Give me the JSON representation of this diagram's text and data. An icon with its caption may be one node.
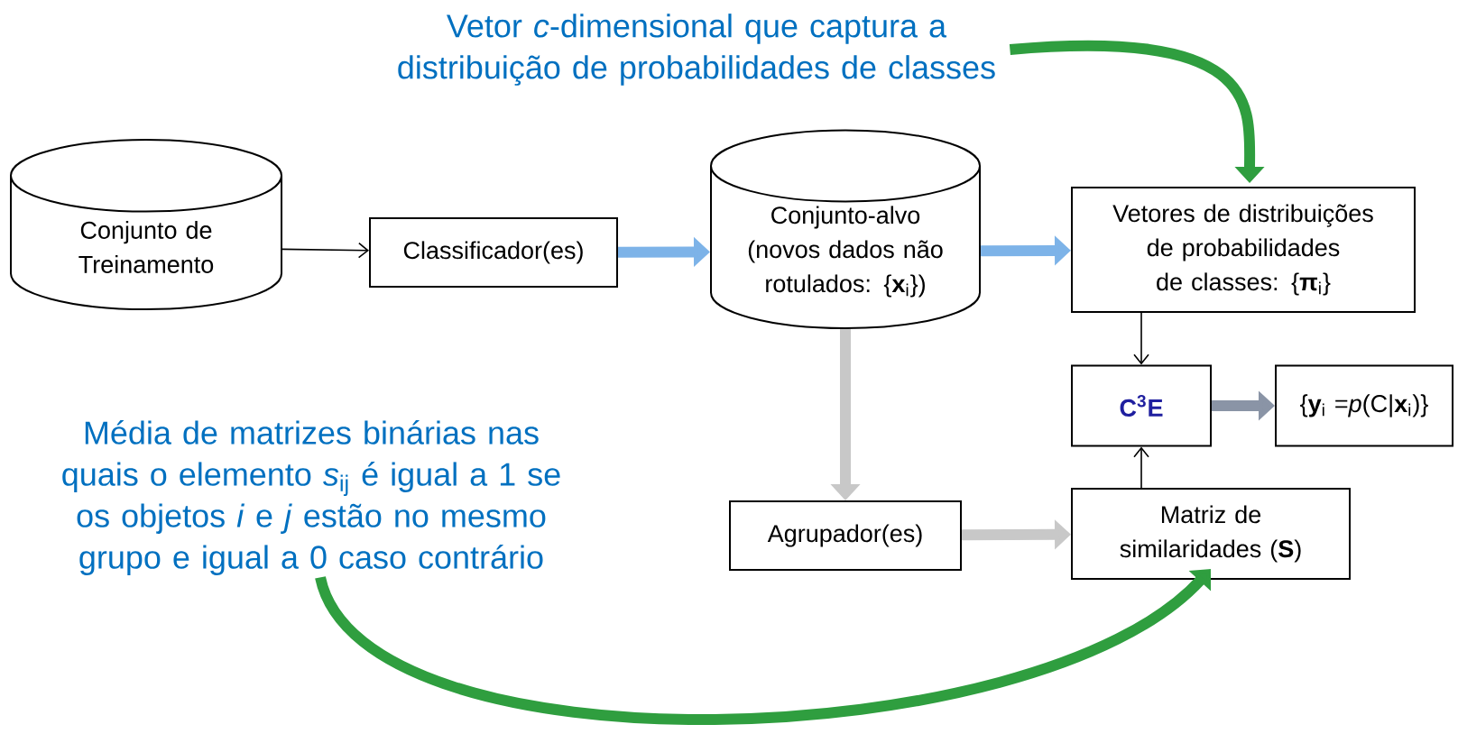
{
  "diagram": {
    "nodes": [
      {
        "text": [
          "Conjunto de Treinamento"
        ]
      },
      {
        "text": [
          "Classificador(es)"
        ]
      },
      {
        "text": [
          "Conjunto-alvo (novos dados não rotulados: {**x**$_{i}$})"
        ]
      },
      {
        "text": [
          "Vetores de distribuições de probabilidades de classes: {**π**$_{i}$}"
        ]
      },
      {
        "text": [
          "C$^{3}$E"
        ]
      },
      {
        "text": [
          "{**y**$_{i}$ =*p*(C|**x**$_{i}$)}"
        ]
      },
      {
        "text": [
          "Agrupador(es)"
        ]
      },
      {
        "text": [
          "Matriz de similaridades (**S**)"
        ]
      },
      {
        "text": [
          "Vetor *c*-dimensional que captura a distribuição de probabilidades de classes"
        ]
      },
      {
        "text": [
          "Média de matrizes binárias nas quais o elemento *s*$_{ij}$ é igual a 1 se os objetos *i* e *j* estão no mesmo grupo e igual a 0 caso contrário"
        ]
      }
    ],
    "edges": [
      {
        "from": 0,
        "to": 1,
        "arrow": "to"
      },
      {
        "from": 1,
        "to": 2,
        "arrow": "to",
        "color": "#7db3e8"
      },
      {
        "from": 2,
        "to": 3,
        "arrow": "to",
        "color": "#7db3e8"
      },
      {
        "from": 2,
        "to": 6,
        "arrow": "to",
        "color": "#c8c8c8"
      },
      {
        "from": 6,
        "to": 7,
        "arrow": "to",
        "color": "#c8c8c8"
      },
      {
        "from": 3,
        "to": 4,
        "arrow": "to"
      },
      {
        "from": 7,
        "to": 4,
        "arrow": "to"
      },
      {
        "from": 4,
        "to": 5,
        "arrow": "to",
        "color": "#8a94a6"
      },
      {
        "from": 8,
        "to": 3,
        "arrow": "to",
        "color": "#2f9e3f"
      },
      {
        "from": 9,
        "to": 7,
        "arrow": "to",
        "color": "#2f9e3f"
      }
    ]
  }
}
